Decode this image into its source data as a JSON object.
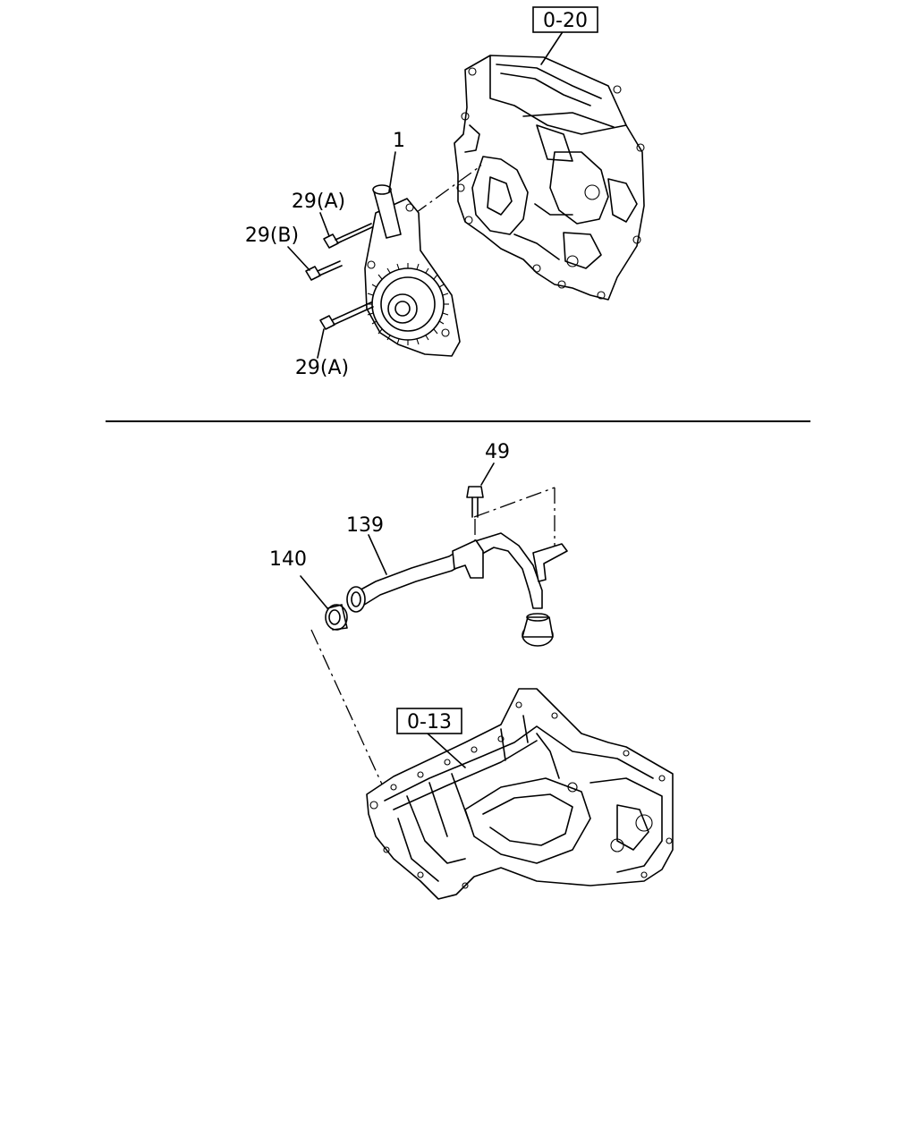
{
  "refs": {
    "front_cover": "0-20",
    "oil_pan": "0-13"
  },
  "parts": {
    "oil_pump": "1",
    "bolt_upper": "29(A)",
    "bolt_middle": "29(B)",
    "bolt_lower": "29(A)",
    "bolt_pipe": "49",
    "suction_pipe": "139",
    "o_ring": "140"
  }
}
